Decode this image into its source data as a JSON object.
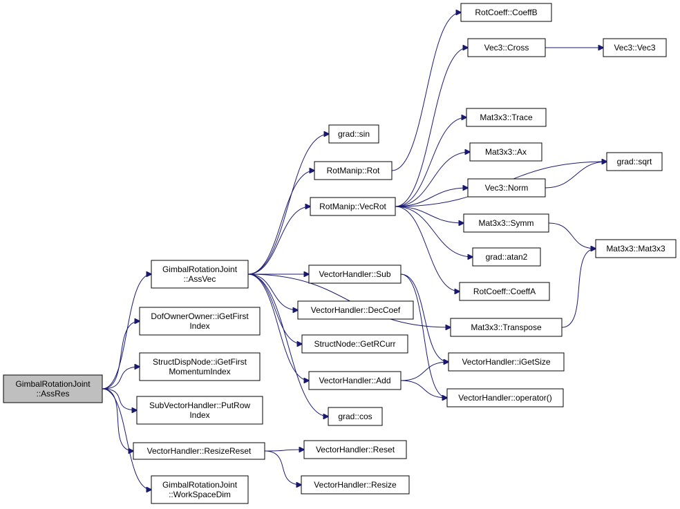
{
  "nodes": [
    {
      "id": "root",
      "lines": [
        "GimbalRotationJoint",
        "::AssRes"
      ]
    },
    {
      "id": "assvec",
      "lines": [
        "GimbalRotationJoint",
        "::AssVec"
      ]
    },
    {
      "id": "dofowner",
      "lines": [
        "DofOwnerOwner::iGetFirst",
        "Index"
      ]
    },
    {
      "id": "structdisp",
      "lines": [
        "StructDispNode::iGetFirst",
        "MomentumIndex"
      ]
    },
    {
      "id": "putrow",
      "lines": [
        "SubVectorHandler::PutRow",
        "Index"
      ]
    },
    {
      "id": "resizereset",
      "lines": [
        "VectorHandler::ResizeReset"
      ]
    },
    {
      "id": "workspace",
      "lines": [
        "GimbalRotationJoint",
        "::WorkSpaceDim"
      ]
    },
    {
      "id": "sin",
      "lines": [
        "grad::sin"
      ]
    },
    {
      "id": "rot",
      "lines": [
        "RotManip::Rot"
      ]
    },
    {
      "id": "vecrot",
      "lines": [
        "RotManip::VecRot"
      ]
    },
    {
      "id": "sub",
      "lines": [
        "VectorHandler::Sub"
      ]
    },
    {
      "id": "deccoef",
      "lines": [
        "VectorHandler::DecCoef"
      ]
    },
    {
      "id": "getrcurr",
      "lines": [
        "StructNode::GetRCurr"
      ]
    },
    {
      "id": "add",
      "lines": [
        "VectorHandler::Add"
      ]
    },
    {
      "id": "cos",
      "lines": [
        "grad::cos"
      ]
    },
    {
      "id": "reset",
      "lines": [
        "VectorHandler::Reset"
      ]
    },
    {
      "id": "resize",
      "lines": [
        "VectorHandler::Resize"
      ]
    },
    {
      "id": "coeffb",
      "lines": [
        "RotCoeff::CoeffB"
      ]
    },
    {
      "id": "cross",
      "lines": [
        "Vec3::Cross"
      ]
    },
    {
      "id": "trace",
      "lines": [
        "Mat3x3::Trace"
      ]
    },
    {
      "id": "ax",
      "lines": [
        "Mat3x3::Ax"
      ]
    },
    {
      "id": "norm",
      "lines": [
        "Vec3::Norm"
      ]
    },
    {
      "id": "symm",
      "lines": [
        "Mat3x3::Symm"
      ]
    },
    {
      "id": "atan2",
      "lines": [
        "grad::atan2"
      ]
    },
    {
      "id": "coeffa",
      "lines": [
        "RotCoeff::CoeffA"
      ]
    },
    {
      "id": "transpose",
      "lines": [
        "Mat3x3::Transpose"
      ]
    },
    {
      "id": "igetsize",
      "lines": [
        "VectorHandler::iGetSize"
      ]
    },
    {
      "id": "operator",
      "lines": [
        "VectorHandler::operator()"
      ]
    },
    {
      "id": "vec3",
      "lines": [
        "Vec3::Vec3"
      ]
    },
    {
      "id": "sqrt",
      "lines": [
        "grad::sqrt"
      ]
    },
    {
      "id": "mat3x3",
      "lines": [
        "Mat3x3::Mat3x3"
      ]
    }
  ],
  "edges": [
    [
      "root",
      "assvec"
    ],
    [
      "root",
      "dofowner"
    ],
    [
      "root",
      "structdisp"
    ],
    [
      "root",
      "putrow"
    ],
    [
      "root",
      "resizereset"
    ],
    [
      "root",
      "workspace"
    ],
    [
      "assvec",
      "sin"
    ],
    [
      "assvec",
      "rot"
    ],
    [
      "assvec",
      "vecrot"
    ],
    [
      "assvec",
      "sub"
    ],
    [
      "assvec",
      "deccoef"
    ],
    [
      "assvec",
      "getrcurr"
    ],
    [
      "assvec",
      "add"
    ],
    [
      "assvec",
      "cos"
    ],
    [
      "assvec",
      "transpose"
    ],
    [
      "resizereset",
      "reset"
    ],
    [
      "resizereset",
      "resize"
    ],
    [
      "rot",
      "coeffb"
    ],
    [
      "vecrot",
      "cross"
    ],
    [
      "vecrot",
      "trace"
    ],
    [
      "vecrot",
      "ax"
    ],
    [
      "vecrot",
      "norm"
    ],
    [
      "vecrot",
      "symm"
    ],
    [
      "vecrot",
      "atan2"
    ],
    [
      "vecrot",
      "coeffa"
    ],
    [
      "vecrot",
      "sqrt"
    ],
    [
      "sub",
      "igetsize"
    ],
    [
      "sub",
      "operator"
    ],
    [
      "add",
      "igetsize"
    ],
    [
      "add",
      "operator"
    ],
    [
      "cross",
      "vec3"
    ],
    [
      "norm",
      "sqrt"
    ],
    [
      "symm",
      "mat3x3"
    ],
    [
      "transpose",
      "mat3x3"
    ]
  ]
}
